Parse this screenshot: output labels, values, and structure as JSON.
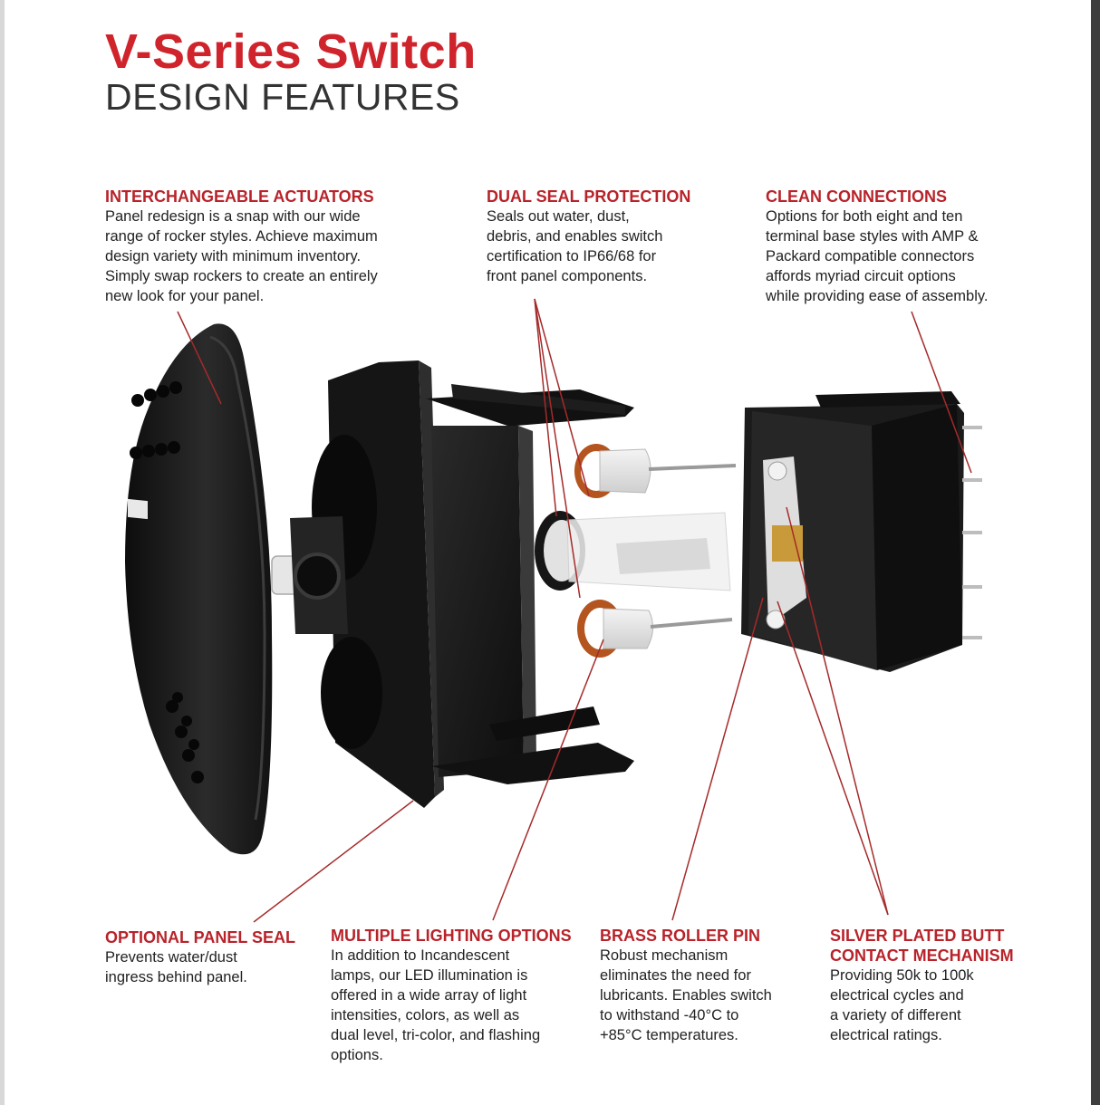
{
  "header": {
    "title": "V-Series Switch",
    "subtitle": "DESIGN FEATURES"
  },
  "colors": {
    "accent": "#d0242c",
    "heading": "#b8232a",
    "callout_line": "#a52a2a",
    "body_text": "#222222"
  },
  "features": {
    "actuators": {
      "heading": "INTERCHANGEABLE ACTUATORS",
      "lines": [
        "Panel redesign is a snap with our wide",
        "range of rocker styles. Achieve maximum",
        "design variety with minimum inventory.",
        "Simply swap rockers to create an entirely",
        "new look for your panel."
      ]
    },
    "dual_seal": {
      "heading": "DUAL SEAL PROTECTION",
      "lines": [
        "Seals out water, dust,",
        "debris, and enables switch",
        "certification to IP66/68 for",
        "front panel components."
      ]
    },
    "connections": {
      "heading": "CLEAN CONNECTIONS",
      "lines": [
        "Options for both eight and ten",
        "terminal base styles with AMP &",
        "Packard compatible connectors",
        "affords myriad circuit options",
        "while providing ease of assembly."
      ]
    },
    "panel_seal": {
      "heading": "OPTIONAL PANEL SEAL",
      "lines": [
        "Prevents water/dust",
        "ingress behind panel."
      ]
    },
    "lighting": {
      "heading": "MULTIPLE LIGHTING OPTIONS",
      "lines": [
        "In addition to Incandescent",
        "lamps, our LED illumination is",
        "offered in a wide array of light",
        "intensities, colors, as well as",
        "dual level, tri-color, and flashing",
        "options."
      ]
    },
    "roller_pin": {
      "heading": "BRASS ROLLER PIN",
      "lines": [
        "Robust mechanism",
        "eliminates the need for",
        "lubricants. Enables switch",
        "to withstand -40°C to",
        "+85°C temperatures."
      ]
    },
    "butt_contact": {
      "heading_lines": [
        "SILVER PLATED BUTT",
        "CONTACT MECHANISM"
      ],
      "lines": [
        "Providing 50k to 100k",
        "electrical cycles and",
        "a variety of different",
        "electrical ratings."
      ]
    }
  }
}
